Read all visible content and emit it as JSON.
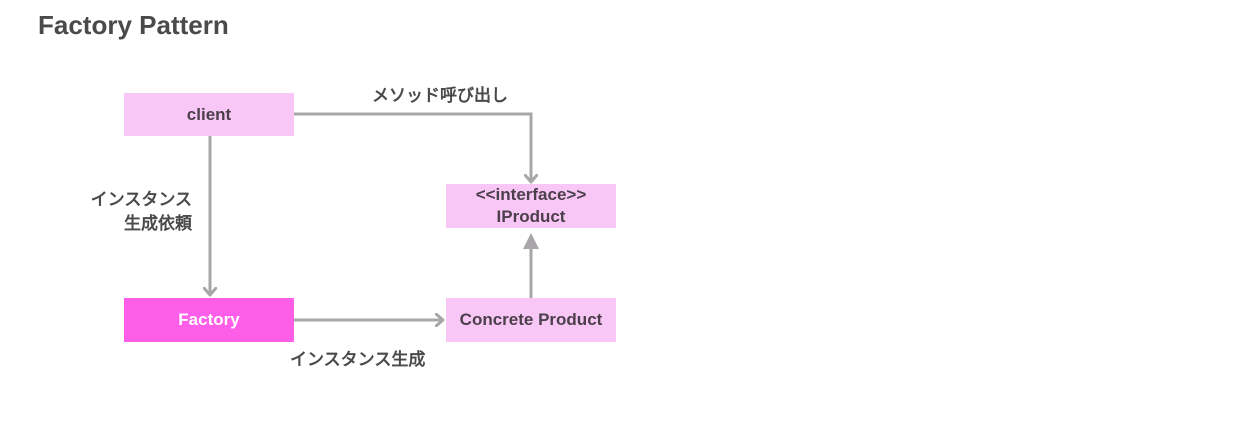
{
  "title": "Factory Pattern",
  "colors": {
    "node_light": "#f9c7f5",
    "node_strong": "#ff5ee8",
    "arrow": "#a9a6a9",
    "text": "#4a4a4a"
  },
  "nodes": {
    "client": {
      "label": "client"
    },
    "iproduct": {
      "line1": "<<interface>>",
      "line2": "IProduct"
    },
    "factory": {
      "label": "Factory"
    },
    "concrete": {
      "label": "Concrete Product"
    }
  },
  "edges": {
    "method_call": {
      "label": "メソッド呼び出し"
    },
    "instance_request": {
      "line1": "インスタンス",
      "line2": "生成依頼"
    },
    "instance_create": {
      "label": "インスタンス生成"
    }
  }
}
